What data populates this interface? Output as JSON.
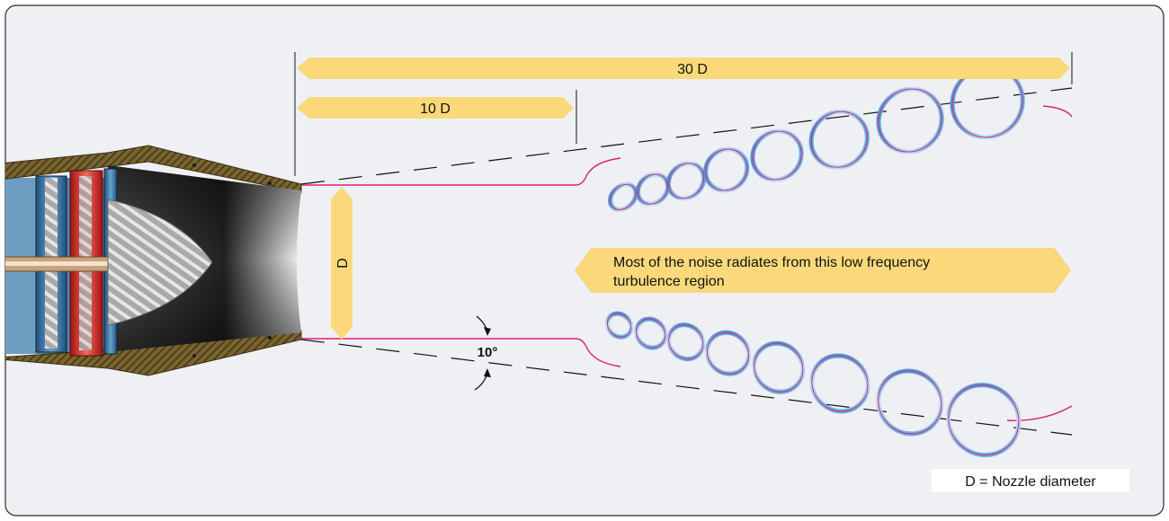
{
  "diagram": {
    "dimension_long": "30 D",
    "dimension_short": "10 D",
    "dimension_diameter": "D",
    "angle": "10°",
    "callout_line1": "Most of the noise radiates from this low frequency",
    "callout_line2": "turbulence region",
    "legend": "D = Nozzle diameter"
  },
  "colors": {
    "background": "#eef0f3",
    "dimension_bar": "#fbd97b",
    "jet_boundary": "#d8207d",
    "vortex": "#3d9ed8",
    "engine_casing": "#6b5a2a"
  },
  "icons": {
    "engine": "jet-engine-cutaway"
  }
}
